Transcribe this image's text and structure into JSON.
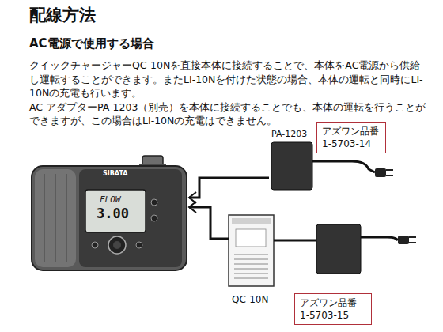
{
  "diagram": {
    "title": "配線方法",
    "nodes": [
      {
        "text": [
          "SIBATA",
          "FLOW",
          "3.00"
        ]
      },
      {
        "text": [
          "PA-1203"
        ]
      },
      {
        "text": [
          "アズワン品番",
          "1-5703-14"
        ]
      },
      {
        "text": [
          "QC-10N"
        ]
      },
      {
        "text": [
          "アズワン品番",
          "1-5703-15"
        ]
      }
    ],
    "edges": [
      {
        "from": 1,
        "to": 0,
        "arrow": "to"
      },
      {
        "from": 3,
        "to": 0,
        "arrow": "to"
      }
    ],
    "labels": [
      "AC電源で使用する場合",
      "クイックチャージャーQC-10Nを直接本体に接続することで、本体をAC電源から供給し運転することができます。またLI-10Nを付けた状態の場合、本体の運転と同時にLI-10Nの充電も行います。",
      "AC アダプターPA-1203（別売）を本体に接続することでも、本体の運転を行うことができますが、この場合はLI-10Nの充電はできません。"
    ]
  }
}
